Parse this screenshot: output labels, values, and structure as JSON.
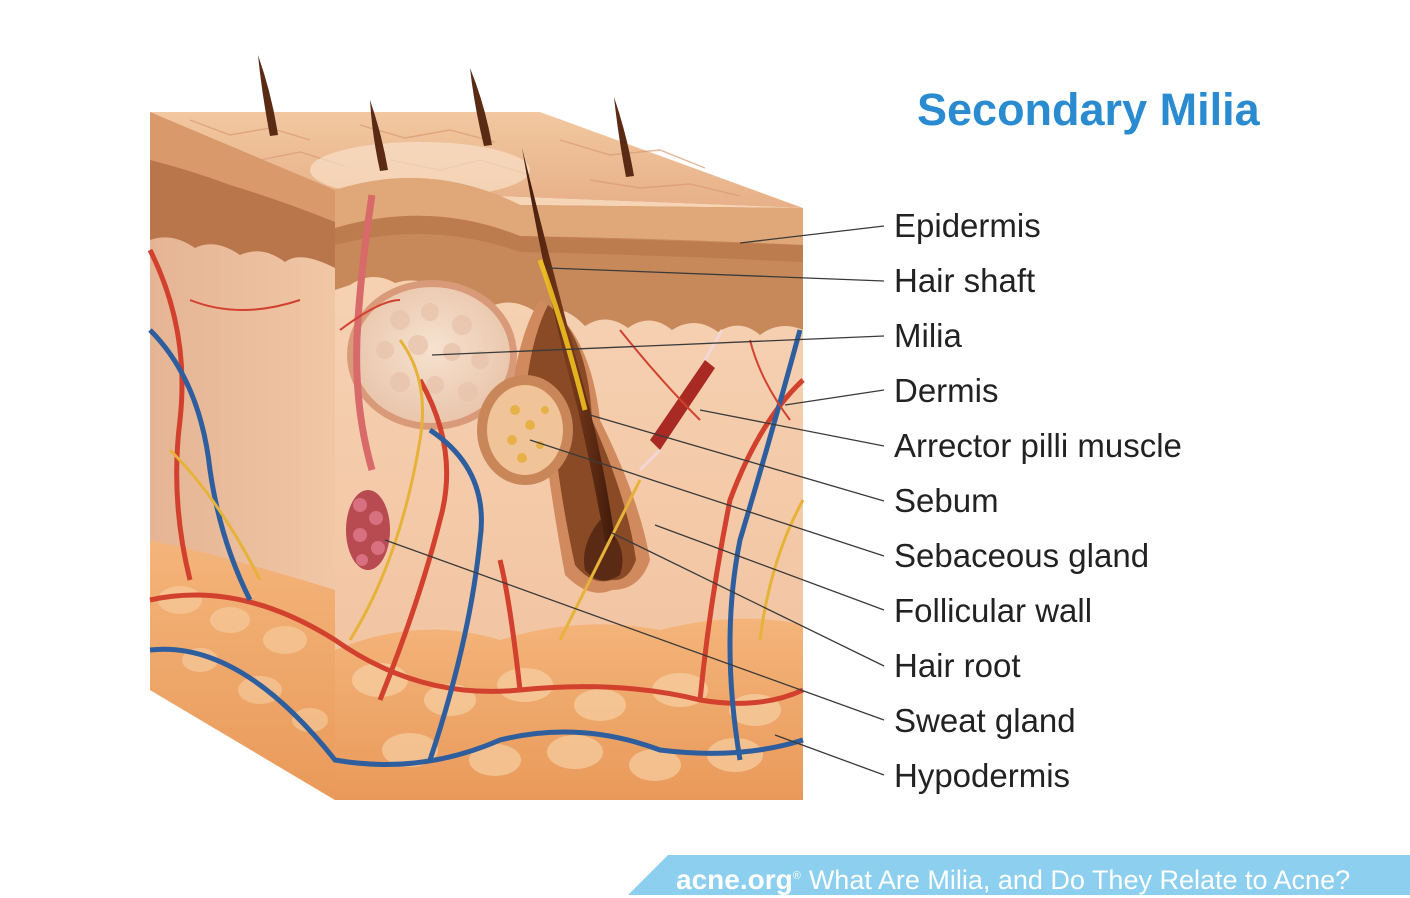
{
  "title": "Secondary Milia",
  "labels": [
    "Epidermis",
    "Hair shaft",
    "Milia",
    "Dermis",
    "Arrector pilli muscle",
    "Sebum",
    "Sebaceous gland",
    "Follicular wall",
    "Hair root",
    "Sweat gland",
    "Hypodermis"
  ],
  "footer": {
    "brand": "acne.org",
    "registered": "®",
    "caption": "What Are Milia, and Do They Relate to Acne?"
  },
  "colors": {
    "title": "#2a8bd0",
    "footer_band": "#8ccfee",
    "epidermis": "#c98a58",
    "dermis": "#f3c9a8",
    "hypodermis": "#f0a060",
    "artery": "#d2402e",
    "vein": "#2e5e9e",
    "nerve": "#e6b23a",
    "hair": "#5a2a14"
  }
}
